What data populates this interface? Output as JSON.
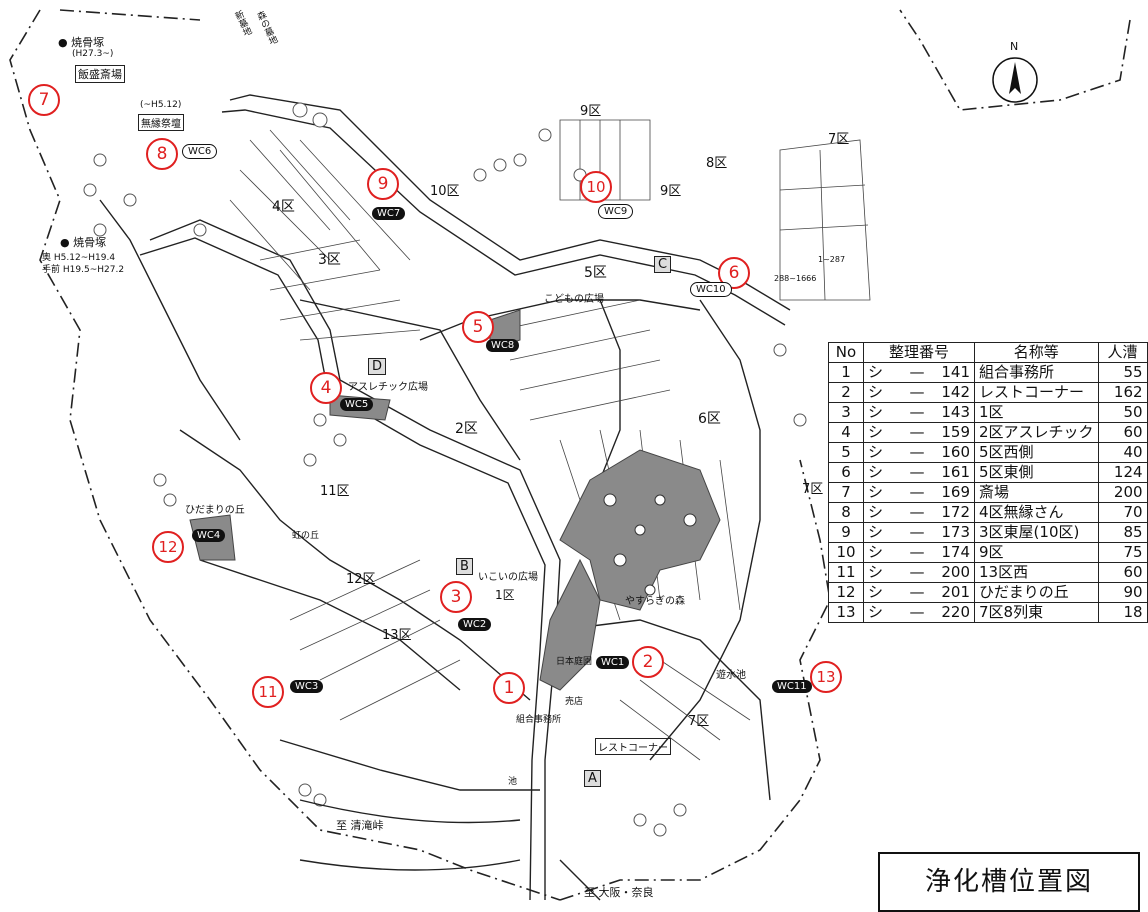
{
  "title": "浄化槽位置図",
  "compass": "N",
  "table": {
    "headers": [
      "No",
      "整理番号",
      "名称等",
      "人漕"
    ],
    "rows": [
      {
        "no": "1",
        "prefix": "シ",
        "dash": "—",
        "code": "141",
        "name": "組合事務所",
        "cap": "55"
      },
      {
        "no": "2",
        "prefix": "シ",
        "dash": "—",
        "code": "142",
        "name": "レストコーナー",
        "cap": "162"
      },
      {
        "no": "3",
        "prefix": "シ",
        "dash": "—",
        "code": "143",
        "name": "1区",
        "cap": "50"
      },
      {
        "no": "4",
        "prefix": "シ",
        "dash": "—",
        "code": "159",
        "name": "2区アスレチック",
        "cap": "60"
      },
      {
        "no": "5",
        "prefix": "シ",
        "dash": "—",
        "code": "160",
        "name": "5区西側",
        "cap": "40"
      },
      {
        "no": "6",
        "prefix": "シ",
        "dash": "—",
        "code": "161",
        "name": "5区東側",
        "cap": "124"
      },
      {
        "no": "7",
        "prefix": "シ",
        "dash": "—",
        "code": "169",
        "name": "斎場",
        "cap": "200"
      },
      {
        "no": "8",
        "prefix": "シ",
        "dash": "—",
        "code": "172",
        "name": "4区無縁さん",
        "cap": "70"
      },
      {
        "no": "9",
        "prefix": "シ",
        "dash": "—",
        "code": "173",
        "name": "3区東屋(10区)",
        "cap": "85"
      },
      {
        "no": "10",
        "prefix": "シ",
        "dash": "—",
        "code": "174",
        "name": "9区",
        "cap": "75"
      },
      {
        "no": "11",
        "prefix": "シ",
        "dash": "—",
        "code": "200",
        "name": "13区西",
        "cap": "60"
      },
      {
        "no": "12",
        "prefix": "シ",
        "dash": "—",
        "code": "201",
        "name": "ひだまりの丘",
        "cap": "90"
      },
      {
        "no": "13",
        "prefix": "シ",
        "dash": "—",
        "code": "220",
        "name": "7区8列東",
        "cap": "18"
      }
    ]
  },
  "tank_markers": [
    "1",
    "2",
    "3",
    "4",
    "5",
    "6",
    "7",
    "8",
    "9",
    "10",
    "11",
    "12",
    "13"
  ],
  "wc_labels": [
    "WC1",
    "WC2",
    "WC3",
    "WC4",
    "WC5",
    "WC6",
    "WC7",
    "WC8",
    "WC9",
    "WC10",
    "WC11"
  ],
  "section_labels": [
    "1区",
    "2区",
    "3区",
    "4区",
    "5区",
    "6区",
    "7区",
    "7区",
    "8区",
    "9区",
    "9区",
    "10区",
    "11区",
    "12区",
    "13区"
  ],
  "place_labels": {
    "ossuary_top": "焼骨塚",
    "ossuary_top_date": "(H27.3~)",
    "crematorium": "飯盛斎場",
    "muen_date": "(~H5.12)",
    "muen": "無縁祭壇",
    "ossuary_left": "焼骨塚",
    "ossuary_left_back": "奥",
    "ossuary_left_back_date": "H5.12~H19.4",
    "ossuary_left_front": "手前",
    "ossuary_left_front_date": "H19.5~H27.2",
    "road_top": "新墓地",
    "road_top2": "森の墓地",
    "kodomo": "こどもの広場",
    "athletic": "アスレチック広場",
    "hidamari": "ひだまりの丘",
    "niji": "虹の丘",
    "ikoi": "いこいの広場",
    "yasuragi": "やすらぎの森",
    "garden": "日本庭園",
    "office": "組合事務所",
    "shop": "売店",
    "rest": "レストコーナー",
    "pond1": "遊水池",
    "pond2": "池",
    "to_seitaki": "至 清滝峠",
    "to_osaka": "至 大阪・奈良",
    "plot_range": "288~1666",
    "plot_range2": "1~287"
  },
  "letters": [
    "A",
    "B",
    "C",
    "D"
  ],
  "colors": {
    "marker": "#e02020",
    "wc": "#111111",
    "shade": "#8a8a8a",
    "line": "#222222"
  }
}
